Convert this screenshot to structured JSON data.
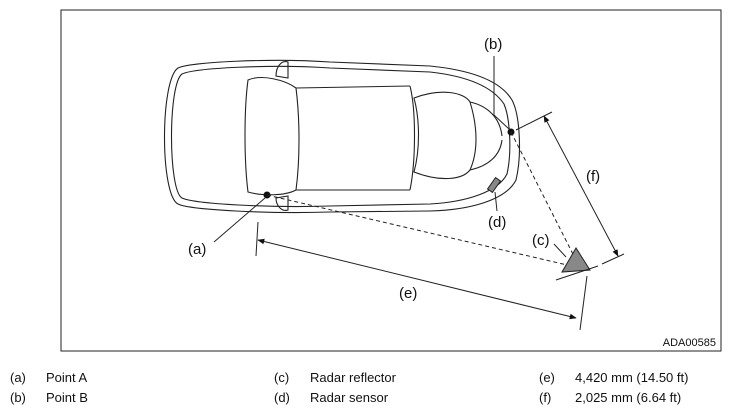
{
  "diagram": {
    "code": "ADA00585",
    "callouts": {
      "a": "(a)",
      "b": "(b)",
      "c": "(c)",
      "d": "(d)",
      "e": "(e)",
      "f": "(f)"
    }
  },
  "legend": [
    {
      "key": "(a)",
      "label": "Point A"
    },
    {
      "key": "(b)",
      "label": "Point B"
    },
    {
      "key": "(c)",
      "label": "Radar reflector"
    },
    {
      "key": "(d)",
      "label": "Radar sensor"
    },
    {
      "key": "(e)",
      "label": "4,420 mm (14.50 ft)"
    },
    {
      "key": "(f)",
      "label": "2,025 mm (6.64 ft)"
    }
  ]
}
